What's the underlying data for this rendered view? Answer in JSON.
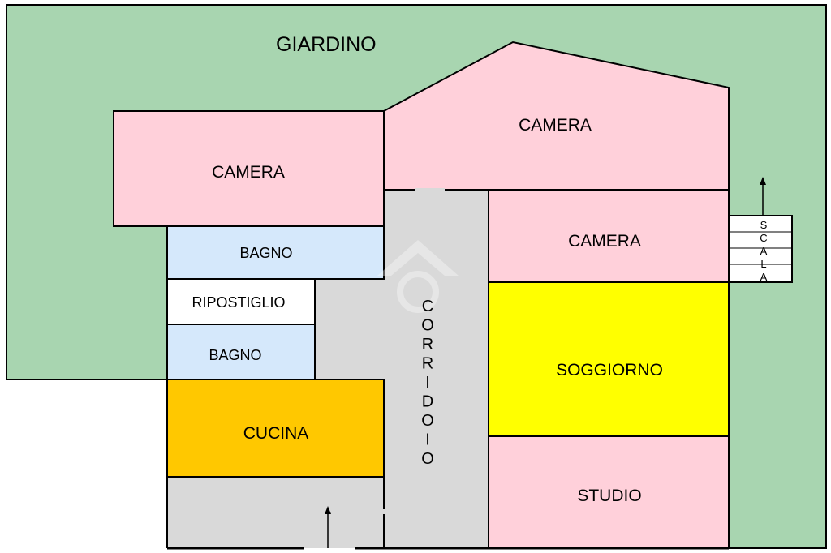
{
  "rooms": {
    "garden": "GIARDINO",
    "camera_top": "CAMERA",
    "camera_left": "CAMERA",
    "camera_right": "CAMERA",
    "bagno_1": "BAGNO",
    "ripostiglio": "RIPOSTIGLIO",
    "bagno_2": "BAGNO",
    "cucina": "CUCINA",
    "soggiorno": "SOGGIORNO",
    "studio": "STUDIO"
  },
  "corridor_letters": [
    "C",
    "O",
    "R",
    "R",
    "I",
    "D",
    "O",
    "I",
    "O"
  ],
  "stair_letters": [
    "S",
    "C",
    "A",
    "L",
    "A"
  ],
  "colors": {
    "garden": "#a8d5b0",
    "camera": "#ffd0da",
    "bagno": "#d5e8fb",
    "ripostiglio": "#ffffff",
    "corridoio": "#d9d9d9",
    "cucina": "#ffc800",
    "soggiorno": "#ffff00",
    "studio": "#ffd0da",
    "wall": "#000000"
  }
}
